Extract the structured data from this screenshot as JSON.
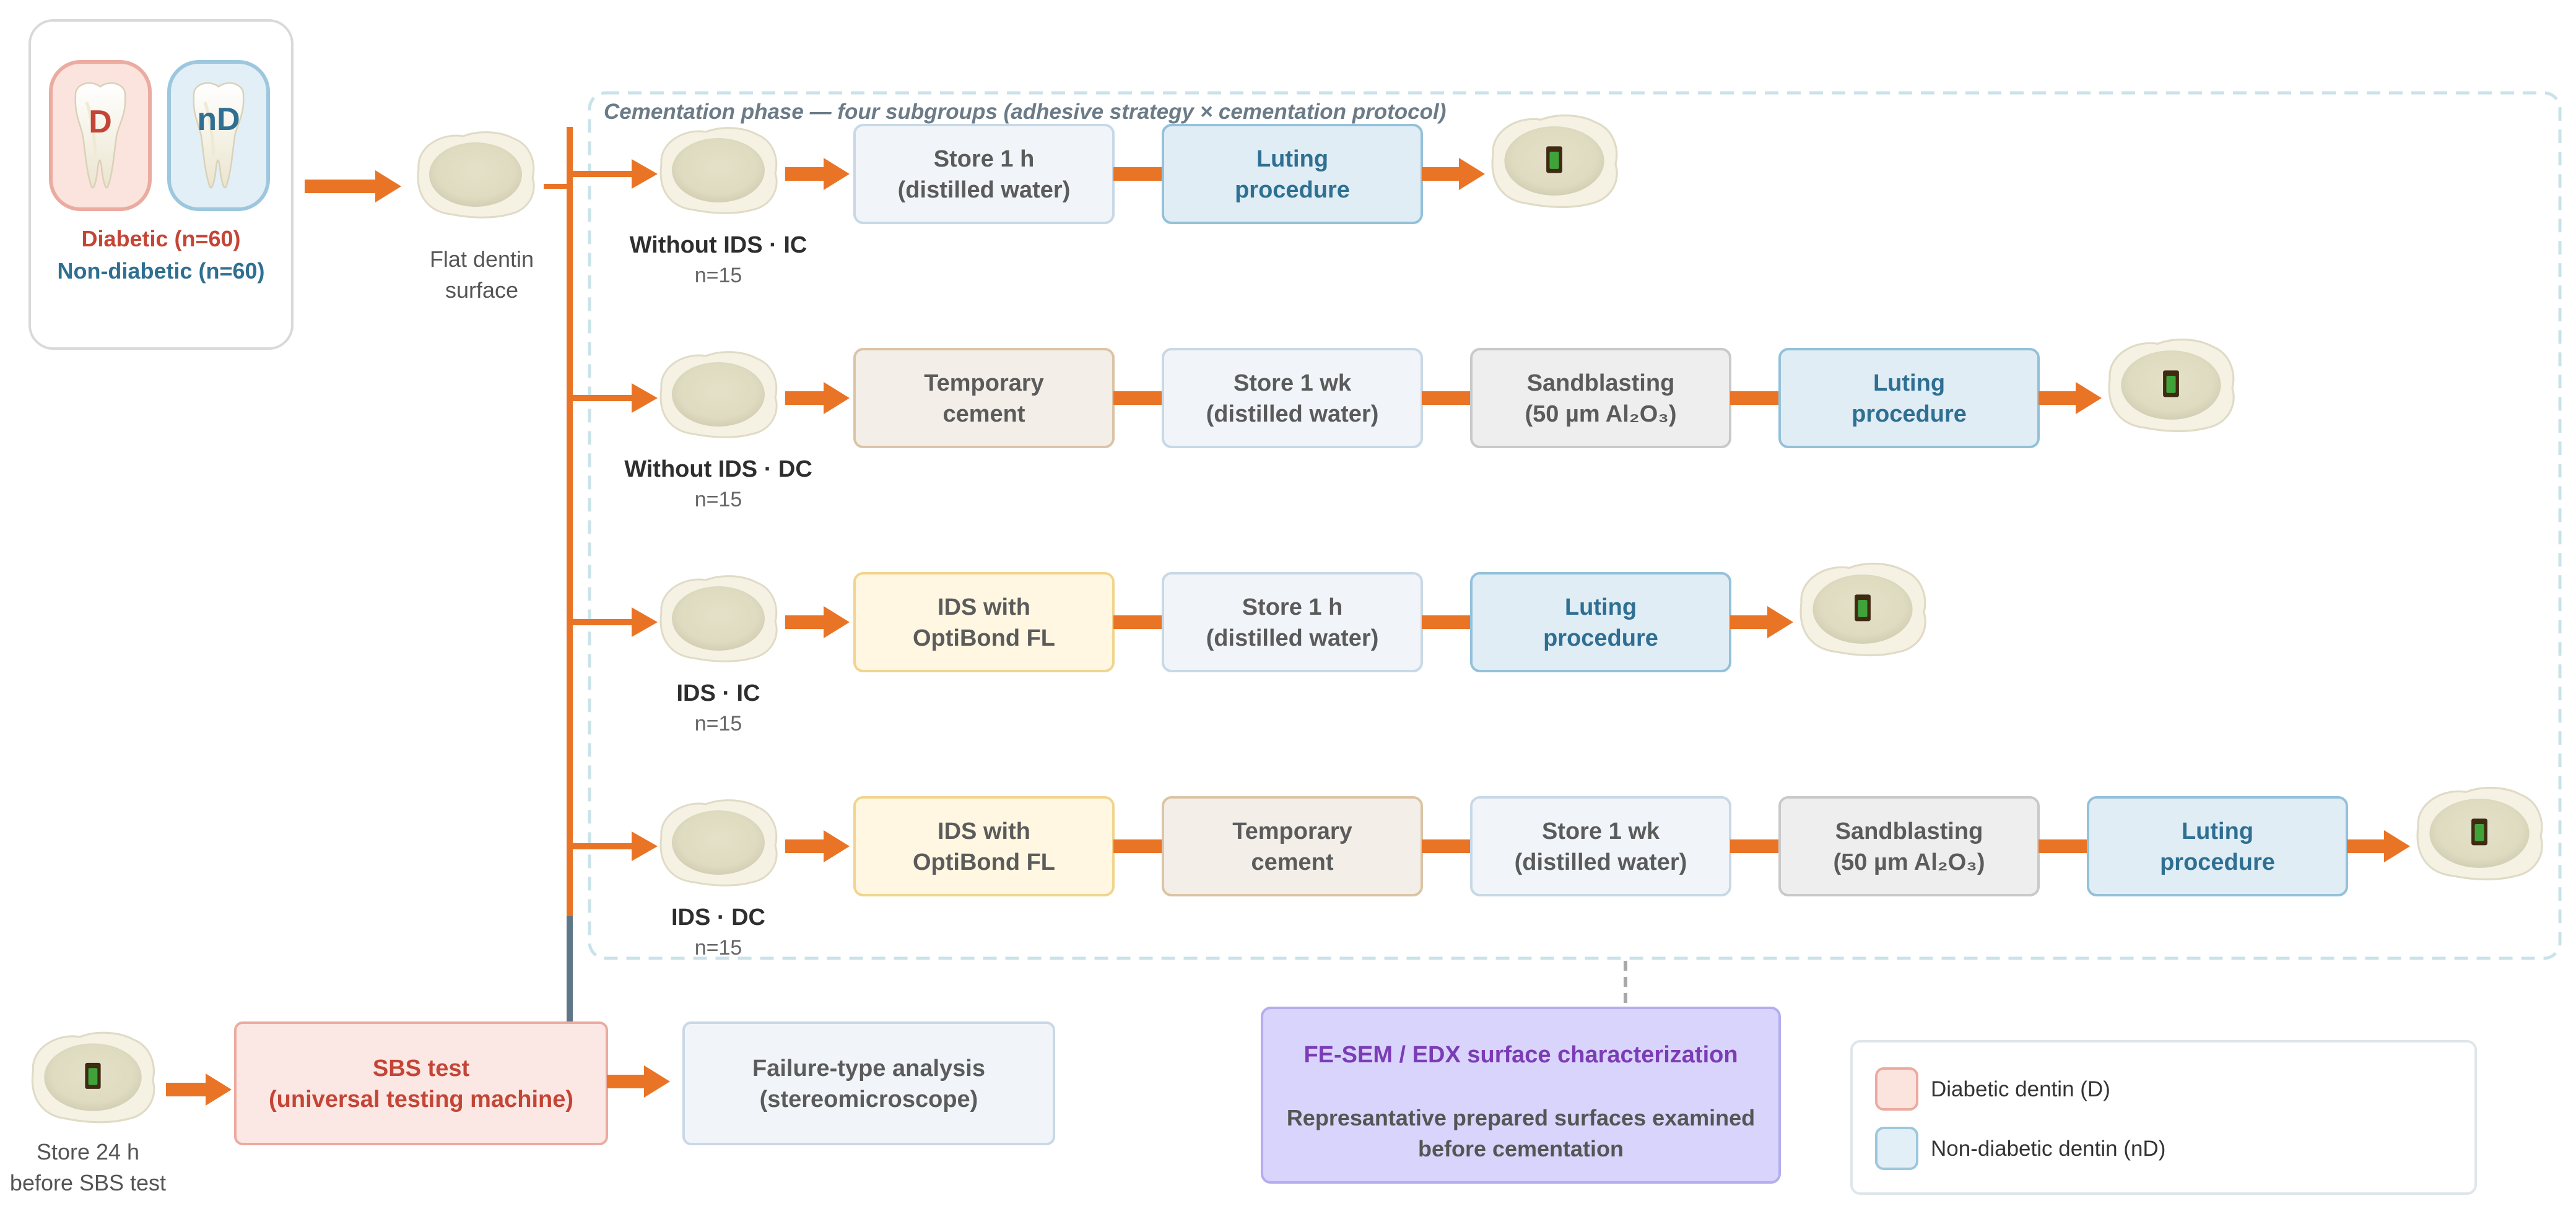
{
  "colors": {
    "arrow": "#ea7425",
    "diabetic": "#c44536",
    "non_diabetic": "#2f6f92",
    "sem_text": "#7b3cb5",
    "dashed": "#c9e3e8"
  },
  "groups": {
    "d_badge": "D",
    "nd_badge": "nD",
    "diabetic": "Diabetic (n=60)",
    "non_diabetic": "Non-diabetic (n=60)"
  },
  "flat_dentin": [
    "Flat dentin",
    "surface"
  ],
  "cementation_title": "Cementation phase — four subgroups (adhesive strategy × cementation protocol)",
  "rows": [
    {
      "name": "Without IDS · IC",
      "n": "n=15",
      "steps": [
        {
          "type": "store",
          "lines": [
            "Store 1 h",
            "(distilled water)"
          ]
        },
        {
          "type": "lut",
          "lines": [
            "Luting",
            "procedure"
          ]
        }
      ]
    },
    {
      "name": "Without IDS · DC",
      "n": "n=15",
      "steps": [
        {
          "type": "temp",
          "lines": [
            "Temporary",
            "cement"
          ]
        },
        {
          "type": "store",
          "lines": [
            "Store 1 wk",
            "(distilled water)"
          ]
        },
        {
          "type": "sand",
          "lines": [
            "Sandblasting",
            "(50 µm Al₂O₃)"
          ]
        },
        {
          "type": "lut",
          "lines": [
            "Luting",
            "procedure"
          ]
        }
      ]
    },
    {
      "name": "IDS · IC",
      "n": "n=15",
      "steps": [
        {
          "type": "ids",
          "lines": [
            "IDS with",
            "OptiBond FL"
          ]
        },
        {
          "type": "store",
          "lines": [
            "Store 1 h",
            "(distilled water)"
          ]
        },
        {
          "type": "lut",
          "lines": [
            "Luting",
            "procedure"
          ]
        }
      ]
    },
    {
      "name": "IDS · DC",
      "n": "n=15",
      "steps": [
        {
          "type": "ids",
          "lines": [
            "IDS with",
            "OptiBond FL"
          ]
        },
        {
          "type": "temp",
          "lines": [
            "Temporary",
            "cement"
          ]
        },
        {
          "type": "store",
          "lines": [
            "Store 1 wk",
            "(distilled water)"
          ]
        },
        {
          "type": "sand",
          "lines": [
            "Sandblasting",
            "(50 µm Al₂O₃)"
          ]
        },
        {
          "type": "lut",
          "lines": [
            "Luting",
            "procedure"
          ]
        }
      ]
    }
  ],
  "bottom": {
    "store_24h": [
      "Store 24 h",
      "before SBS test"
    ],
    "sbs": [
      "SBS test",
      "(universal testing machine)"
    ],
    "failure": [
      "Failure-type analysis",
      "(stereomicroscope)"
    ],
    "fesem_title": "FE-SEM / EDX surface characterization",
    "fesem_desc": [
      "Represantative prepared surfaces examined",
      "before cementation"
    ]
  },
  "legend": {
    "diabetic": "Diabetic dentin (D)",
    "non_diabetic": "Non-diabetic dentin (nD)"
  }
}
